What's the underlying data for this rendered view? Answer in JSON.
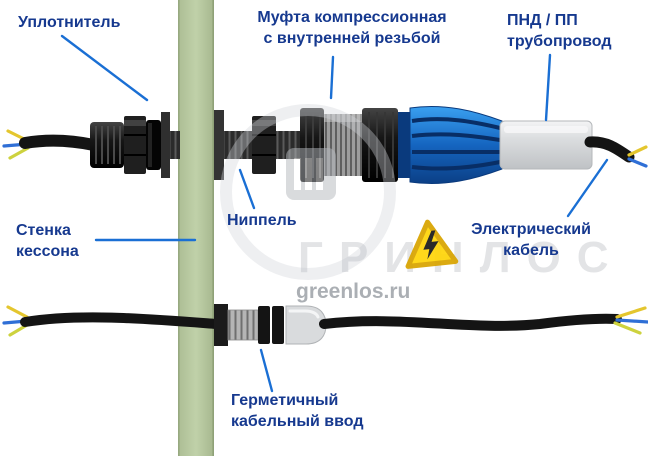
{
  "labels": {
    "seal": "Уплотнитель",
    "coupling": "Муфта компрессионная\nс внутренней резьбой",
    "pipe": "ПНД / ПП\nтрубопровод",
    "wall": "Стенка\nкессона",
    "nipple": "Ниппель",
    "cable": "Электрический\nкабель",
    "gland": "Герметичный\nкабельный ввод"
  },
  "watermark": {
    "brand": "ГРИНЛОС",
    "url": "greenlos.ru"
  },
  "icons": {
    "warning": "electric-warning-triangle"
  },
  "colors": {
    "label_text": "#16398f",
    "leader_line": "#1a6fd4",
    "wall_green": "#b7c8a0",
    "fitting_blue": "#1565c0",
    "warning_yellow": "#ffd60a",
    "pipe_gray": "#dcdee0",
    "wire_yellow": "#e4c62e",
    "wire_blue": "#2f6fd6"
  }
}
